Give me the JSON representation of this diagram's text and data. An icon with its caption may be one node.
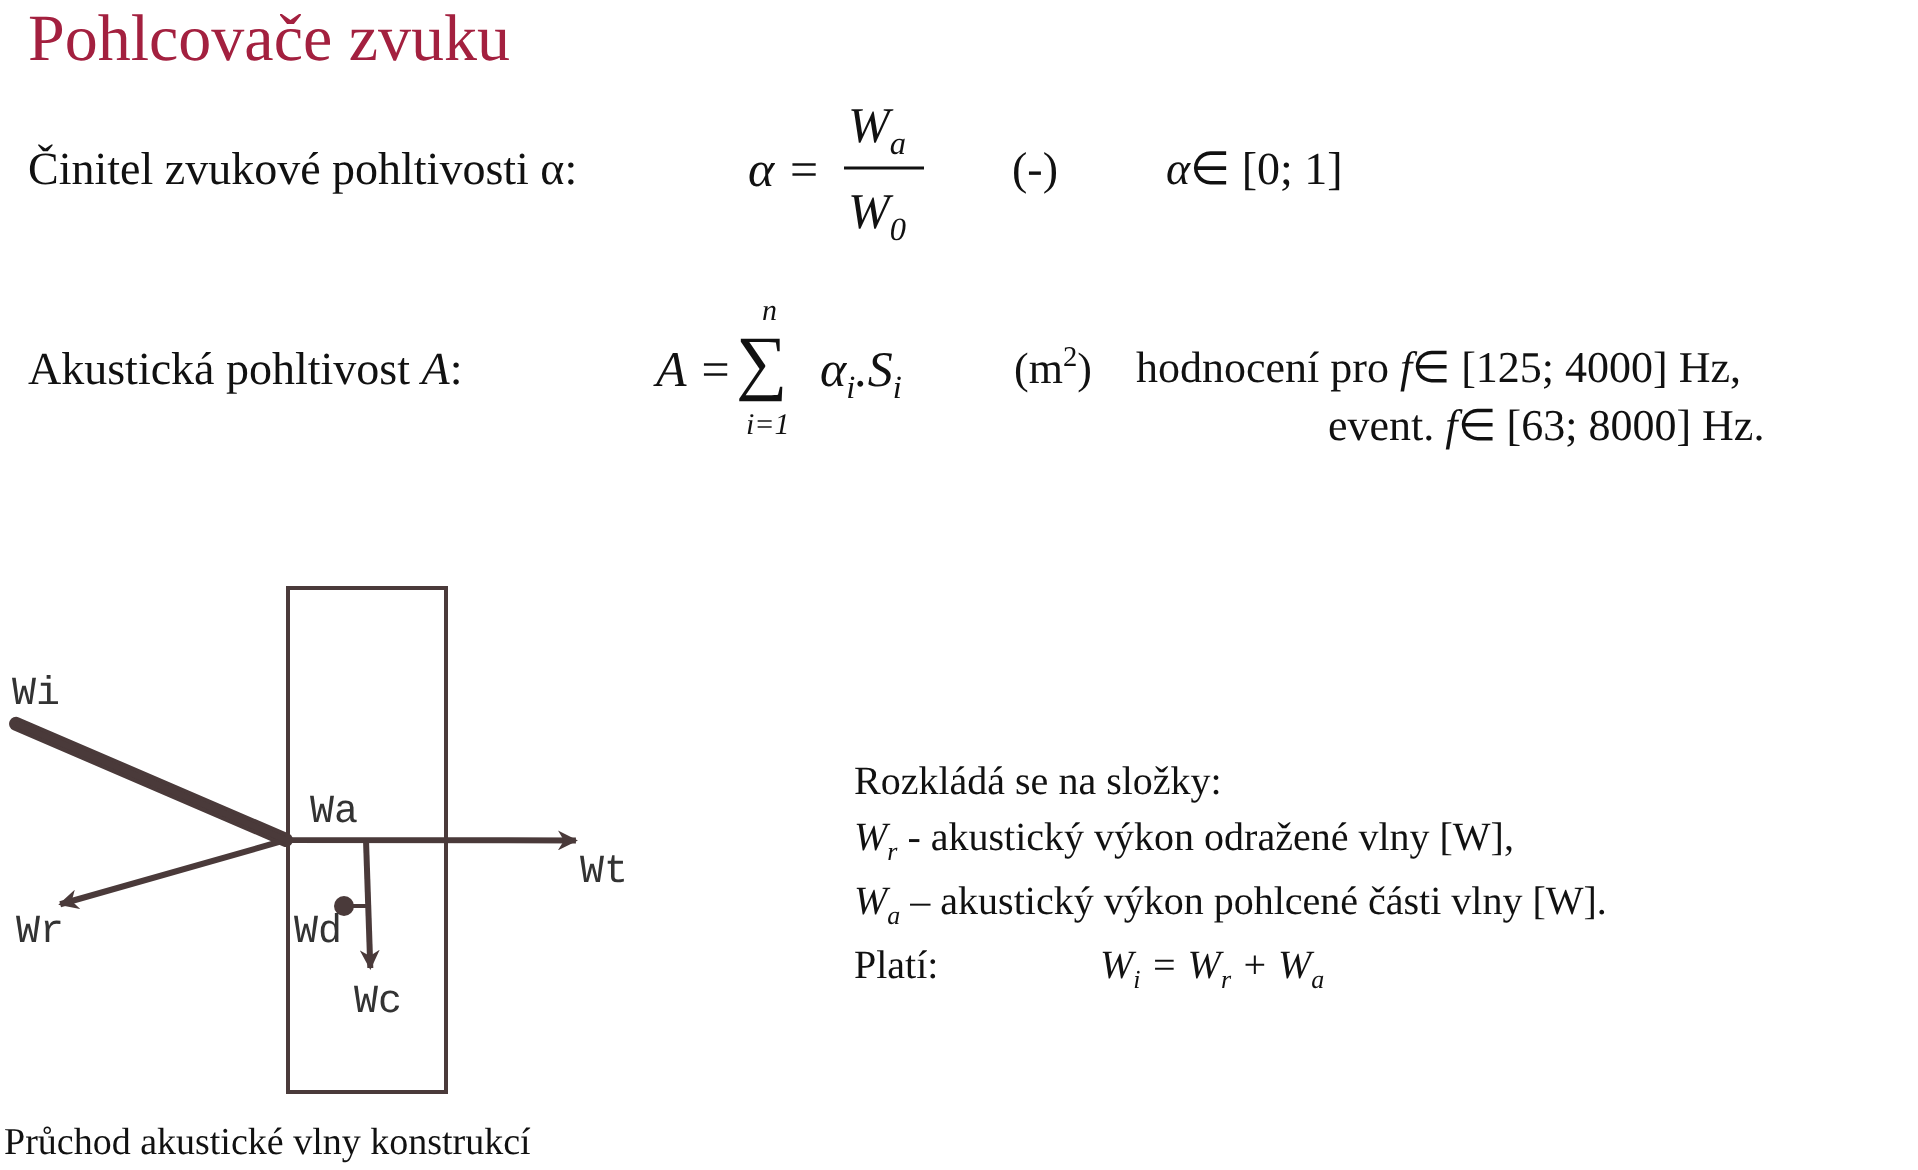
{
  "diagram": {
    "title": "Pohlcovače zvuku",
    "caption": "Průchod akustické vlny konstrukcí",
    "nodes": [
      {
        "text": [
          "Wi"
        ]
      },
      {
        "text": [],
        "shape": "box"
      },
      {
        "text": [
          "Wr"
        ]
      },
      {
        "text": [
          "Wc"
        ],
        "in": 1
      },
      {
        "text": [
          "Wt"
        ]
      }
    ],
    "edges": [
      {
        "from": 0,
        "to": 2,
        "arrow": "to"
      },
      {
        "from": 0,
        "to": 4,
        "arrow": "to"
      },
      {
        "from": null,
        "to": 3,
        "arrow": "to"
      }
    ],
    "labels": [
      "Činitel zvukové pohltivosti α:",
      "α =",
      "W$_{a}$",
      "W$_{0}$",
      "(-)",
      "*α*∈ [0; 1]",
      "Akustická pohltivost *A*:",
      "n",
      "A =",
      "∑",
      "α$_{i}$.S$_{i}$",
      "i=1",
      "(m$^{2}$)",
      "hodnocení pro *f*∈ [125; 4000] Hz,",
      "event. *f*∈ [63; 8000] Hz.",
      "Wa",
      "Wd",
      "Rozkládá se na složky:",
      "*W*$_{r}$ - akustický výkon odražené vlny [W],",
      "*W*$_{a}$ – akustický výkon pohlcené části vlny [W].",
      "Platí:",
      "W$_{i}$ = W$_{r}$ + W$_{a}$"
    ]
  }
}
